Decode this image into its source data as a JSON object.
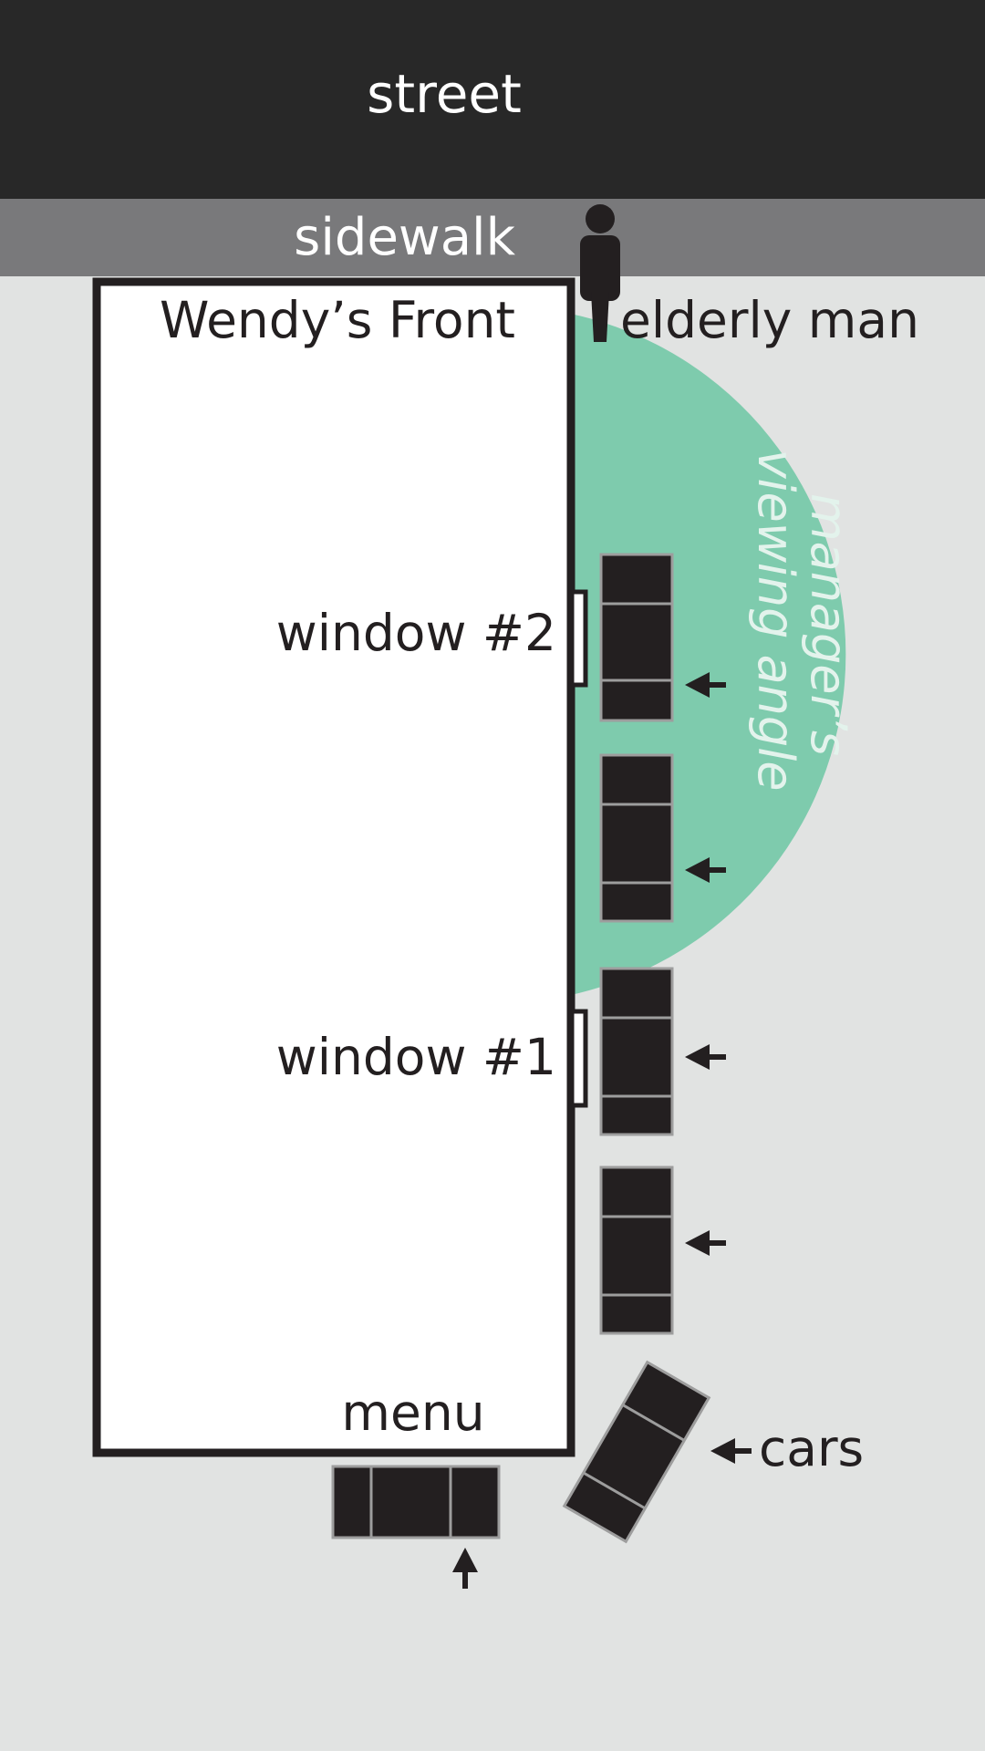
{
  "labels": {
    "street": "street",
    "sidewalk": "sidewalk",
    "building": "Wendy’s Front",
    "person": "elderly man",
    "window2": "window #2",
    "window1": "window #1",
    "menu": "menu",
    "viewing_angle_line1": "manager’s",
    "viewing_angle_line2": "viewing angle",
    "cars": "cars"
  },
  "colors": {
    "street": "#282828",
    "sidewalk": "#79797b",
    "ground": "#e1e3e2",
    "building_fill": "#ffffff",
    "outline": "#231f20",
    "car_fill": "#231f20",
    "car_stroke": "#9d9d9d",
    "viewing_area": "#7ecbad",
    "street_text": "#ffffff",
    "sidewalk_text": "#ffffff",
    "viewing_text": "#e3f3ec",
    "text": "#231f20"
  },
  "icons": {
    "person": "person-icon",
    "arrow": "arrow-icon"
  }
}
